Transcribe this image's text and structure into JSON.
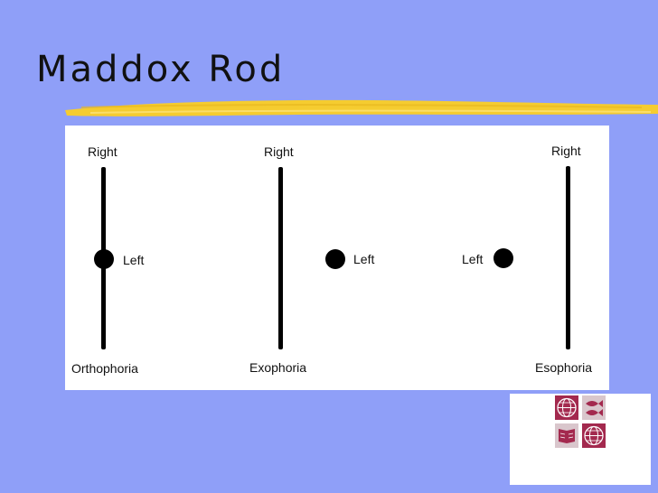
{
  "slide": {
    "title": "Maddox Rod"
  },
  "panels": [
    {
      "top_label": "Right",
      "dot_label": "Left",
      "bottom_label": "Orthophoria"
    },
    {
      "top_label": "Right",
      "dot_label": "Left",
      "bottom_label": "Exophoria"
    },
    {
      "top_label": "Right",
      "dot_label": "Left",
      "bottom_label": "Esophoria"
    }
  ],
  "colors": {
    "background": "#8f9ff8",
    "highlight": "#f5cc30",
    "logo": "#a3294e"
  },
  "logo": {
    "icon": "institution-crest-icon"
  }
}
